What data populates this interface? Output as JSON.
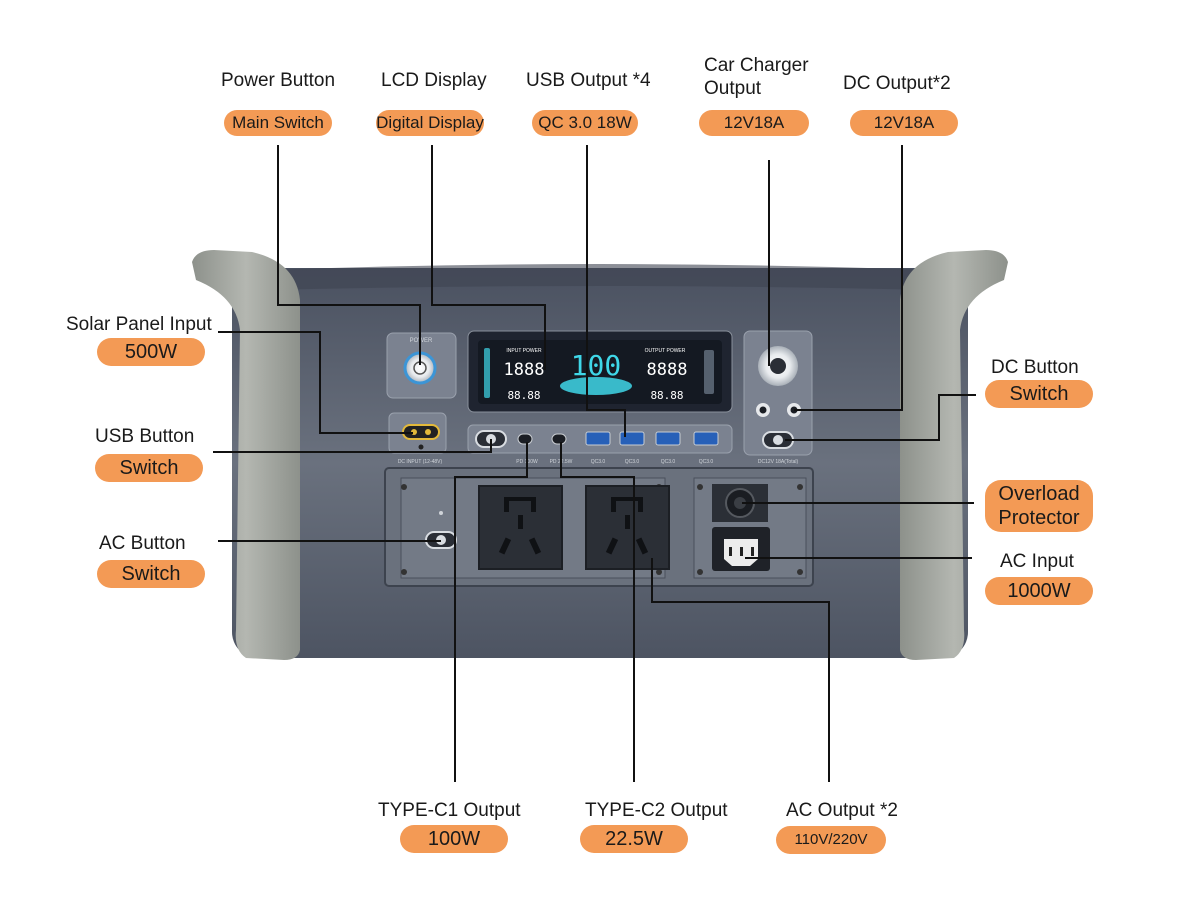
{
  "callouts": {
    "power_button": {
      "title": "Power Button",
      "spec": "Main Switch"
    },
    "lcd_display": {
      "title": "LCD Display",
      "spec": "Digital Display"
    },
    "usb_output": {
      "title": "USB Output *4",
      "spec": "QC 3.0 18W"
    },
    "car_charger": {
      "title_line1": "Car Charger",
      "title_line2": "Output",
      "spec": "12V18A"
    },
    "dc_output": {
      "title": "DC Output*2",
      "spec": "12V18A"
    },
    "solar_input": {
      "title": "Solar Panel Input",
      "spec": "500W"
    },
    "usb_button": {
      "title": "USB Button",
      "spec": "Switch"
    },
    "ac_button": {
      "title": "AC Button",
      "spec": "Switch"
    },
    "dc_button": {
      "title": "DC Button",
      "spec": "Switch"
    },
    "overload": {
      "title_line1": "Overload",
      "title_line2": "Protector"
    },
    "ac_input": {
      "title": "AC Input",
      "spec": "1000W"
    },
    "typec1": {
      "title": "TYPE-C1 Output",
      "spec": "100W"
    },
    "typec2": {
      "title": "TYPE-C2 Output",
      "spec": "22.5W"
    },
    "ac_output": {
      "title": "AC Output *2",
      "spec": "110V/220V"
    }
  },
  "device": {
    "power_label": "POWER",
    "lcd": {
      "input_power_label": "INPUT POWER",
      "output_power_label": "OUTPUT POWER",
      "input_value": "1888",
      "percent_value": "100",
      "output_value": "8888",
      "small_left": "88.88",
      "small_right": "88.88"
    },
    "dc_input_label": "DC INPUT (12-48V)",
    "port_labels": [
      "PD 100W",
      "PD 22.5W",
      "QC3.0",
      "QC3.0",
      "QC3.0",
      "QC3.0"
    ],
    "dc_panel_label": "DC12V 18A(Total)"
  },
  "colors": {
    "accent": "#f39a55",
    "body": "#5e6572",
    "bumper": "#a3a69f",
    "lcd_accent": "#3fd7e8"
  }
}
